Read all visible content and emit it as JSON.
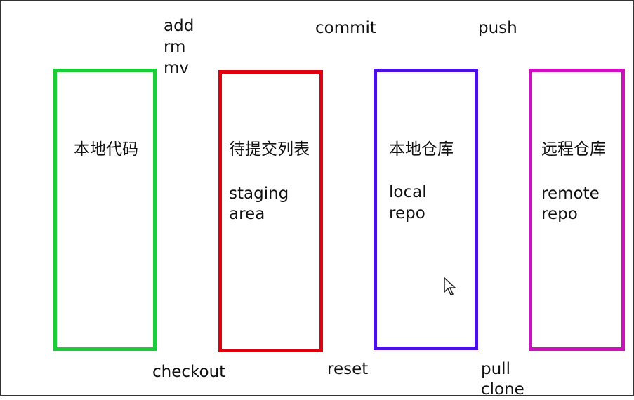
{
  "boxes": [
    {
      "title": "本地代码",
      "subtitle": [
        "",
        ""
      ],
      "color": "#1ecc3a"
    },
    {
      "title": "待提交列表",
      "subtitle": [
        "staging",
        "area"
      ],
      "color": "#e00010"
    },
    {
      "title": "本地仓库",
      "subtitle": [
        "local",
        "repo"
      ],
      "color": "#4a10e0"
    },
    {
      "title": "远程仓库",
      "subtitle": [
        "remote",
        "repo"
      ],
      "color": "#d010c0"
    }
  ],
  "commands": {
    "add": "add",
    "rm": "rm",
    "mv": "mv",
    "commit": "commit",
    "push": "push",
    "checkout": "checkout",
    "reset": "reset",
    "pull": "pull",
    "clone": "clone"
  }
}
